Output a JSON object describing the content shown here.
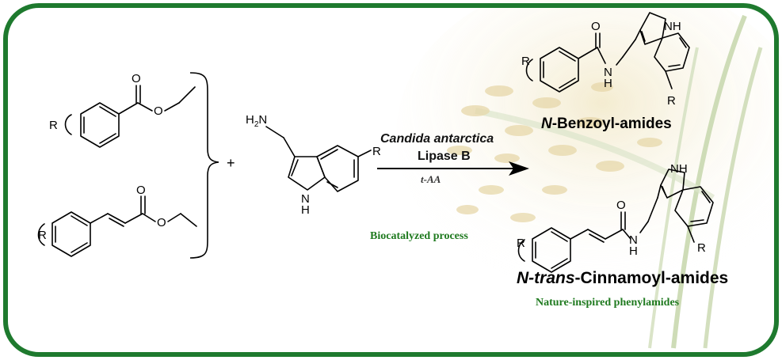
{
  "colors": {
    "frame": "#1e7a2e",
    "caption": "#1f7a1f",
    "background": "#ffffff"
  },
  "atoms": {
    "r": "R",
    "o": "O",
    "h2n": "H2N",
    "nh": "NH",
    "n": "N",
    "h": "H",
    "plus": "+"
  },
  "conditions": {
    "enzyme": "Candida antarctica",
    "lipase": "Lipase B",
    "solvent": "t-AA"
  },
  "captions": {
    "process": "Biocatalyzed process",
    "nature": "Nature-inspired phenylamides"
  },
  "products": {
    "benzoyl_prefix": "N",
    "benzoyl_suffix": "-Benzoyl-amides",
    "cinnamoyl_prefix": "N-trans",
    "cinnamoyl_suffix": "-Cinnamoyl-amides"
  }
}
